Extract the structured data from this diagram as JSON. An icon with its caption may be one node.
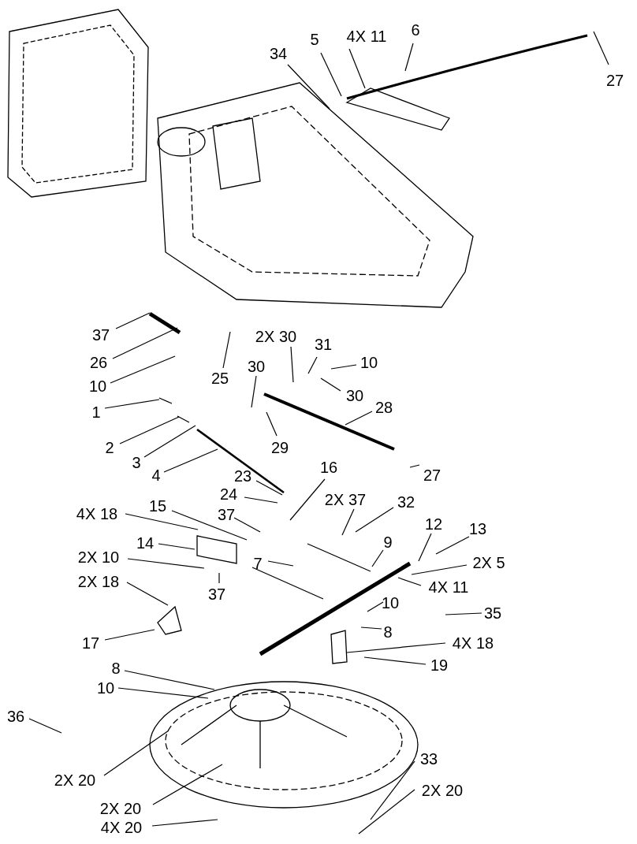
{
  "diagram": {
    "nodes": [
      {
        "text": [
          "6"
        ]
      },
      {
        "text": [
          "4X 11"
        ]
      },
      {
        "text": [
          "5"
        ]
      },
      {
        "text": [
          "34"
        ]
      },
      {
        "text": [
          "27"
        ]
      },
      {
        "text": [
          "37"
        ]
      },
      {
        "text": [
          "2X 30"
        ]
      },
      {
        "text": [
          "31"
        ]
      },
      {
        "text": [
          "26"
        ]
      },
      {
        "text": [
          "10"
        ]
      },
      {
        "text": [
          "30"
        ]
      },
      {
        "text": [
          "25"
        ]
      },
      {
        "text": [
          "10"
        ]
      },
      {
        "text": [
          "30"
        ]
      },
      {
        "text": [
          "28"
        ]
      },
      {
        "text": [
          "1"
        ]
      },
      {
        "text": [
          "29"
        ]
      },
      {
        "text": [
          "2"
        ]
      },
      {
        "text": [
          "3"
        ]
      },
      {
        "text": [
          "16"
        ]
      },
      {
        "text": [
          "23"
        ]
      },
      {
        "text": [
          "4"
        ]
      },
      {
        "text": [
          "27"
        ]
      },
      {
        "text": [
          "24"
        ]
      },
      {
        "text": [
          "2X 37"
        ]
      },
      {
        "text": [
          "32"
        ]
      },
      {
        "text": [
          "15"
        ]
      },
      {
        "text": [
          "4X 18"
        ]
      },
      {
        "text": [
          "37"
        ]
      },
      {
        "text": [
          "12"
        ]
      },
      {
        "text": [
          "13"
        ]
      },
      {
        "text": [
          "14"
        ]
      },
      {
        "text": [
          "9"
        ]
      },
      {
        "text": [
          "2X 10"
        ]
      },
      {
        "text": [
          "2X 5"
        ]
      },
      {
        "text": [
          "7"
        ]
      },
      {
        "text": [
          "2X 18"
        ]
      },
      {
        "text": [
          "4X 11"
        ]
      },
      {
        "text": [
          "37"
        ]
      },
      {
        "text": [
          "10"
        ]
      },
      {
        "text": [
          "35"
        ]
      },
      {
        "text": [
          "8"
        ]
      },
      {
        "text": [
          "4X 18"
        ]
      },
      {
        "text": [
          "17"
        ]
      },
      {
        "text": [
          "19"
        ]
      },
      {
        "text": [
          "8"
        ]
      },
      {
        "text": [
          "10"
        ]
      },
      {
        "text": [
          "36"
        ]
      },
      {
        "text": [
          "33"
        ]
      },
      {
        "text": [
          "2X 20"
        ]
      },
      {
        "text": [
          "2X 20"
        ]
      },
      {
        "text": [
          "2X 20"
        ]
      },
      {
        "text": [
          "4X 20"
        ]
      }
    ],
    "edges": [
      {
        "from": 0,
        "to": null,
        "arrow": "none"
      },
      {
        "from": 1,
        "to": null,
        "arrow": "none"
      },
      {
        "from": 2,
        "to": null,
        "arrow": "none"
      },
      {
        "from": 3,
        "to": null,
        "arrow": "none"
      },
      {
        "from": 4,
        "to": null,
        "arrow": "none"
      },
      {
        "from": 5,
        "to": null,
        "arrow": "none"
      },
      {
        "from": 6,
        "to": null,
        "arrow": "none"
      },
      {
        "from": 7,
        "to": null,
        "arrow": "none"
      },
      {
        "from": 8,
        "to": null,
        "arrow": "none"
      },
      {
        "from": 9,
        "to": null,
        "arrow": "none"
      },
      {
        "from": 10,
        "to": null,
        "arrow": "none"
      },
      {
        "from": 11,
        "to": null,
        "arrow": "none"
      },
      {
        "from": 12,
        "to": null,
        "arrow": "none"
      },
      {
        "from": 13,
        "to": null,
        "arrow": "none"
      },
      {
        "from": 14,
        "to": null,
        "arrow": "none"
      },
      {
        "from": 15,
        "to": null,
        "arrow": "none"
      },
      {
        "from": 16,
        "to": null,
        "arrow": "none"
      },
      {
        "from": 17,
        "to": null,
        "arrow": "none"
      },
      {
        "from": 18,
        "to": null,
        "arrow": "none"
      },
      {
        "from": 19,
        "to": null,
        "arrow": "none"
      },
      {
        "from": 20,
        "to": null,
        "arrow": "none"
      },
      {
        "from": 21,
        "to": null,
        "arrow": "none"
      },
      {
        "from": 22,
        "to": null,
        "arrow": "none"
      },
      {
        "from": 23,
        "to": null,
        "arrow": "none"
      },
      {
        "from": 24,
        "to": null,
        "arrow": "none"
      },
      {
        "from": 25,
        "to": null,
        "arrow": "none"
      },
      {
        "from": 26,
        "to": null,
        "arrow": "none"
      },
      {
        "from": 27,
        "to": null,
        "arrow": "none"
      },
      {
        "from": 28,
        "to": null,
        "arrow": "none"
      },
      {
        "from": 29,
        "to": null,
        "arrow": "none"
      },
      {
        "from": 30,
        "to": null,
        "arrow": "none"
      },
      {
        "from": 31,
        "to": null,
        "arrow": "none"
      },
      {
        "from": 32,
        "to": null,
        "arrow": "none"
      },
      {
        "from": 33,
        "to": null,
        "arrow": "none"
      },
      {
        "from": 34,
        "to": null,
        "arrow": "none"
      },
      {
        "from": 35,
        "to": null,
        "arrow": "none"
      },
      {
        "from": 36,
        "to": null,
        "arrow": "none"
      },
      {
        "from": 37,
        "to": null,
        "arrow": "none"
      },
      {
        "from": 38,
        "to": null,
        "arrow": "none"
      },
      {
        "from": 39,
        "to": null,
        "arrow": "none"
      },
      {
        "from": 40,
        "to": null,
        "arrow": "none"
      },
      {
        "from": 41,
        "to": null,
        "arrow": "none"
      },
      {
        "from": 42,
        "to": null,
        "arrow": "none"
      },
      {
        "from": 43,
        "to": null,
        "arrow": "none"
      },
      {
        "from": 44,
        "to": null,
        "arrow": "none"
      },
      {
        "from": 45,
        "to": null,
        "arrow": "none"
      },
      {
        "from": 46,
        "to": null,
        "arrow": "none"
      },
      {
        "from": 47,
        "to": null,
        "arrow": "none"
      },
      {
        "from": 48,
        "to": null,
        "arrow": "none"
      },
      {
        "from": 49,
        "to": null,
        "arrow": "none"
      },
      {
        "from": 50,
        "to": null,
        "arrow": "none"
      },
      {
        "from": 51,
        "to": null,
        "arrow": "none"
      },
      {
        "from": 52,
        "to": null,
        "arrow": "none"
      }
    ]
  }
}
